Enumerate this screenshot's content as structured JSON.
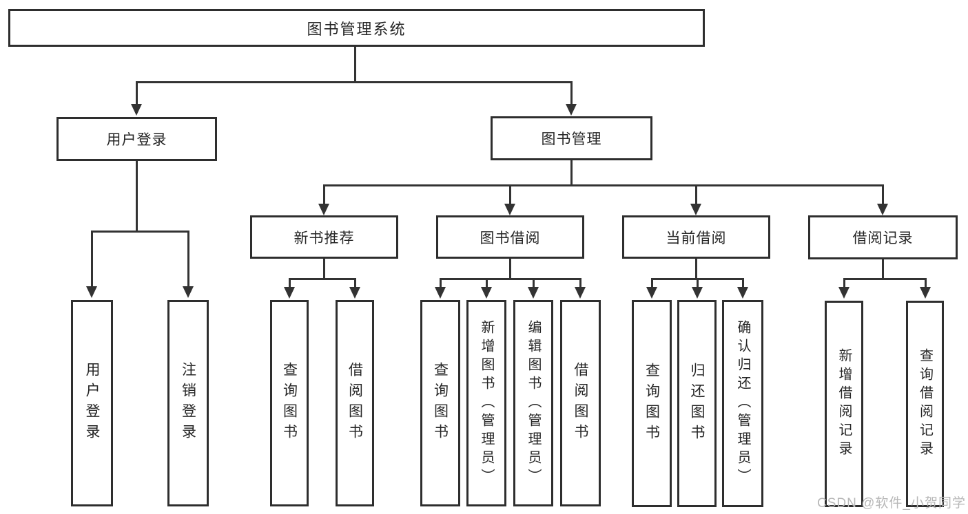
{
  "diagram": {
    "title": "图书管理系统",
    "root": {
      "label": "图书管理系统"
    },
    "level2": {
      "login": {
        "label": "用户登录"
      },
      "manage": {
        "label": "图书管理"
      }
    },
    "level3": {
      "recommend": {
        "label": "新书推荐"
      },
      "borrow": {
        "label": "图书借阅"
      },
      "current": {
        "label": "当前借阅"
      },
      "records": {
        "label": "借阅记录"
      }
    },
    "leaves": {
      "login": [
        "用户登录",
        "注销登录"
      ],
      "recommend": [
        "查询图书",
        "借阅图书"
      ],
      "borrow": [
        "查询图书",
        "新增图书（管理员）",
        "编辑图书（管理员）",
        "借阅图书"
      ],
      "current": [
        "查询图书",
        "归还图书",
        "确认归还（管理员）"
      ],
      "records": [
        "新增借阅记录",
        "查询借阅记录"
      ]
    }
  },
  "watermark": {
    "text": "CSDN @软件_小贺同学",
    "color": "#b8b8b8"
  },
  "colors": {
    "background": "#ffffff",
    "line": "#333333",
    "border": "#2e2e2e",
    "text": "#262626"
  }
}
